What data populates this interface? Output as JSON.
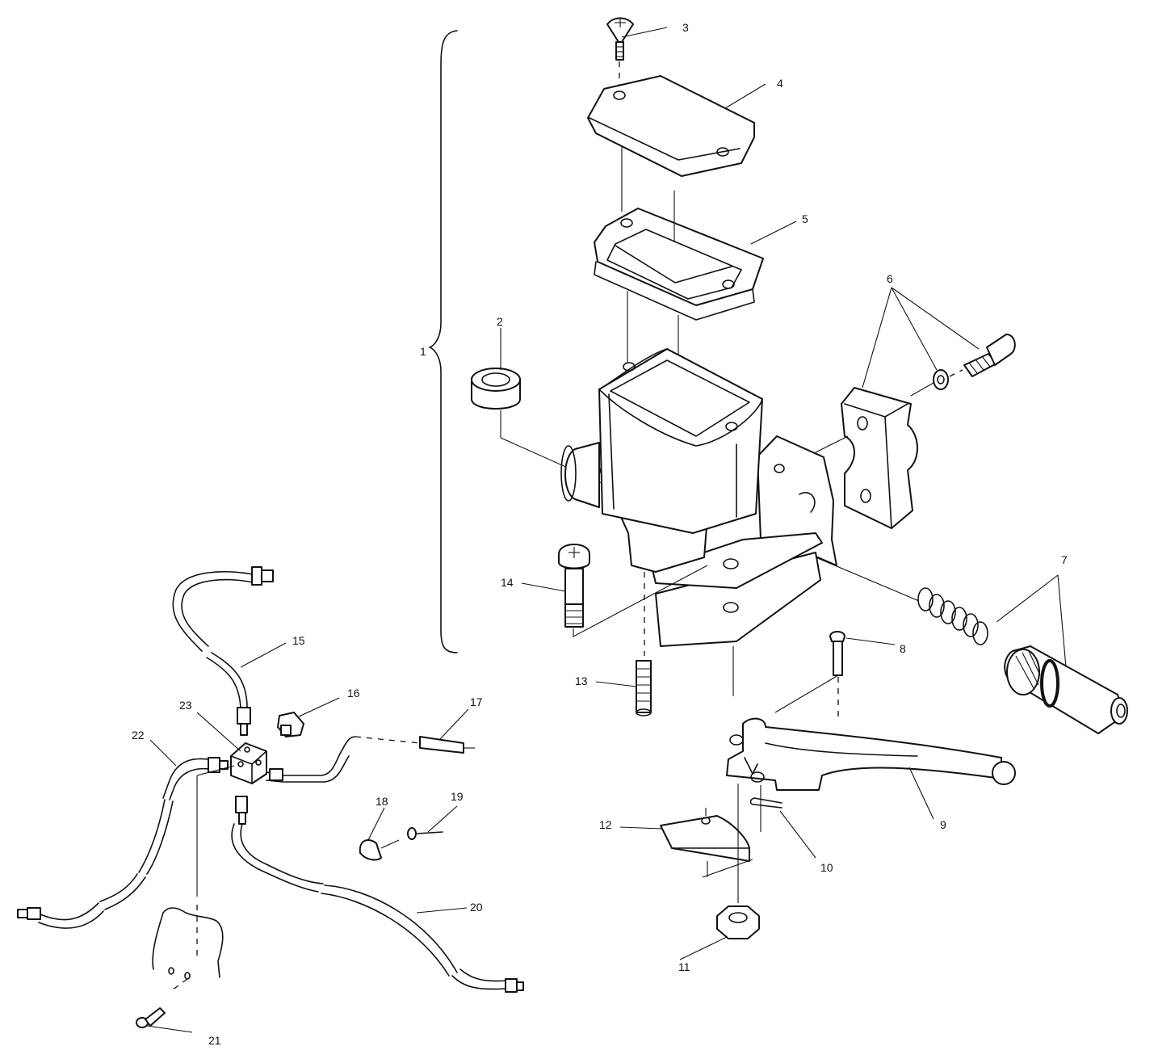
{
  "diagram": {
    "callouts": [
      "1",
      "2",
      "3",
      "4",
      "5",
      "6",
      "7",
      "8",
      "9",
      "10",
      "11",
      "12",
      "13",
      "14",
      "15",
      "16",
      "17",
      "18",
      "19",
      "20",
      "21",
      "22",
      "23"
    ]
  },
  "colors": {
    "line": "#111111",
    "background": "#ffffff"
  }
}
